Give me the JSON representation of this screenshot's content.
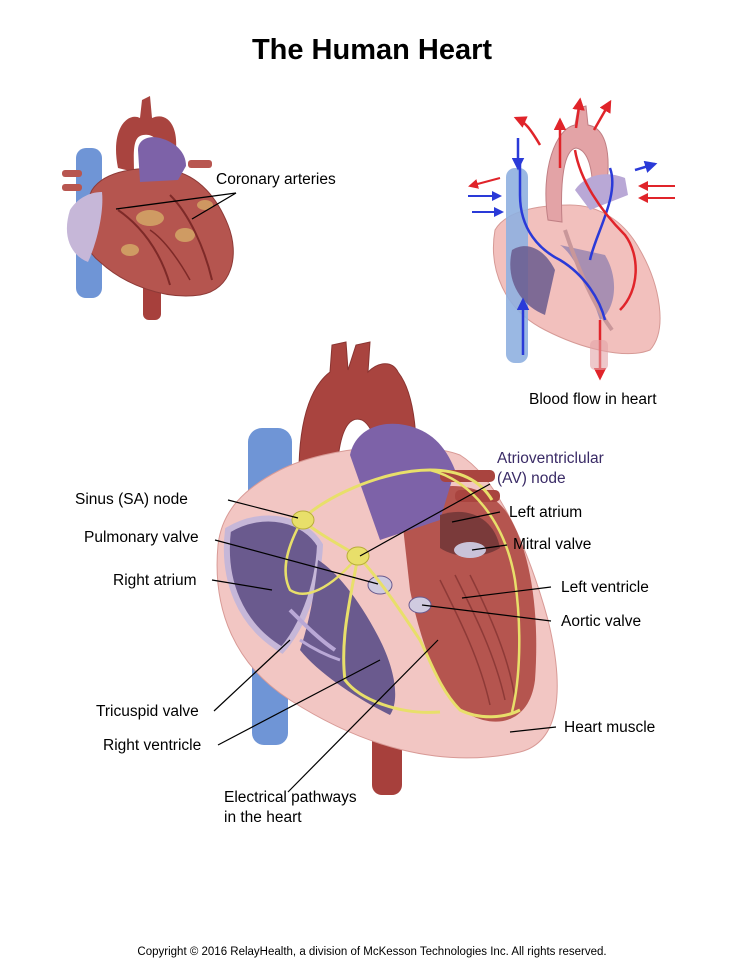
{
  "title": "The Human Heart",
  "labels": {
    "coronary_arteries": "Coronary arteries",
    "blood_flow": "Blood flow in heart",
    "av_node_line1": "Atrioventriclular",
    "av_node_line2": "(AV) node",
    "sa_node": "Sinus (SA) node",
    "left_atrium": "Left atrium",
    "pulmonary_valve": "Pulmonary valve",
    "mitral_valve": "Mitral valve",
    "right_atrium": "Right atrium",
    "left_ventricle": "Left ventricle",
    "aortic_valve": "Aortic valve",
    "tricuspid_valve": "Tricuspid valve",
    "heart_muscle": "Heart muscle",
    "right_ventricle": "Right ventricle",
    "electrical_line1": "Electrical pathways",
    "electrical_line2": "in the heart"
  },
  "copyright": "Copyright © 2016 RelayHealth, a division of McKesson Technologies Inc. All rights reserved.",
  "colors": {
    "muscle": "#b5554f",
    "muscle_dark": "#8e3a37",
    "vena_cava": "#6f95d6",
    "pulmonary": "#7d62a8",
    "interior": "#6a5a8e",
    "pericardium": "#f2c6c3",
    "nerve": "#e8df6a",
    "flow_red": "#e0242a",
    "flow_blue": "#2a3ad8"
  }
}
